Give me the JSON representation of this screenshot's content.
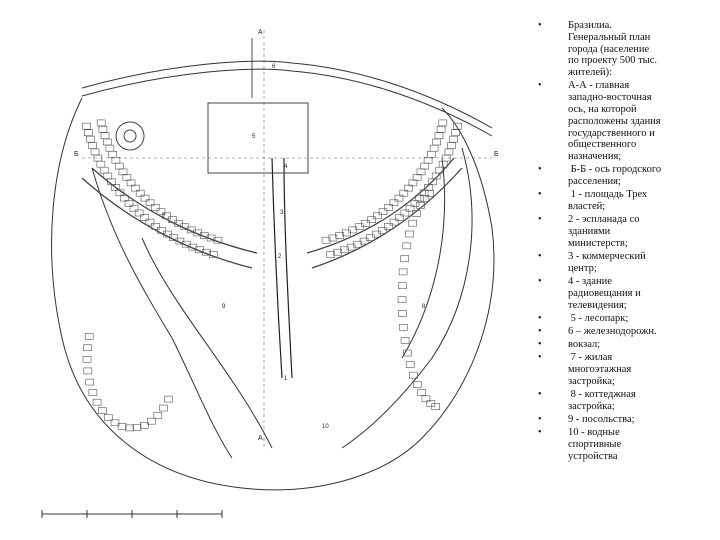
{
  "figure": {
    "axis_labels": {
      "top_a": "А",
      "bottom_a": "А",
      "left_b": "Б",
      "right_b": "Б"
    },
    "numbers": [
      "1",
      "2",
      "3",
      "4",
      "5",
      "6",
      "7",
      "8",
      "9",
      "10"
    ]
  },
  "legend": {
    "bullet": "•",
    "items": [
      "Бразилиа.\nГенеральный план\nгорода (население\nпо проекту 500 тыс.\nжителей):",
      "А-А - главная\nзападно-восточная\nось, на которой\nрасположены здания\nгосударственного и\nобщественного\nназначения;",
      " Б-Б - ось городского\nрасселения;",
      " 1 - площадь Трех\nвластей;",
      "2 - эспланада со\nзданиями\nминистерств;",
      "3 - коммерческий\nцентр;",
      "4 - здание\nрадиовещания и\nтелевидения;",
      " 5 - лесопарк;",
      "6 – железнодорожн.",
      "вокзал;",
      " 7 - жилая\nмногоэтажная\nзастройка;",
      " 8 - коттеджная\nзастройка;",
      "9 - посольства;",
      "10 - водные\nспортивные\nустройства"
    ]
  }
}
